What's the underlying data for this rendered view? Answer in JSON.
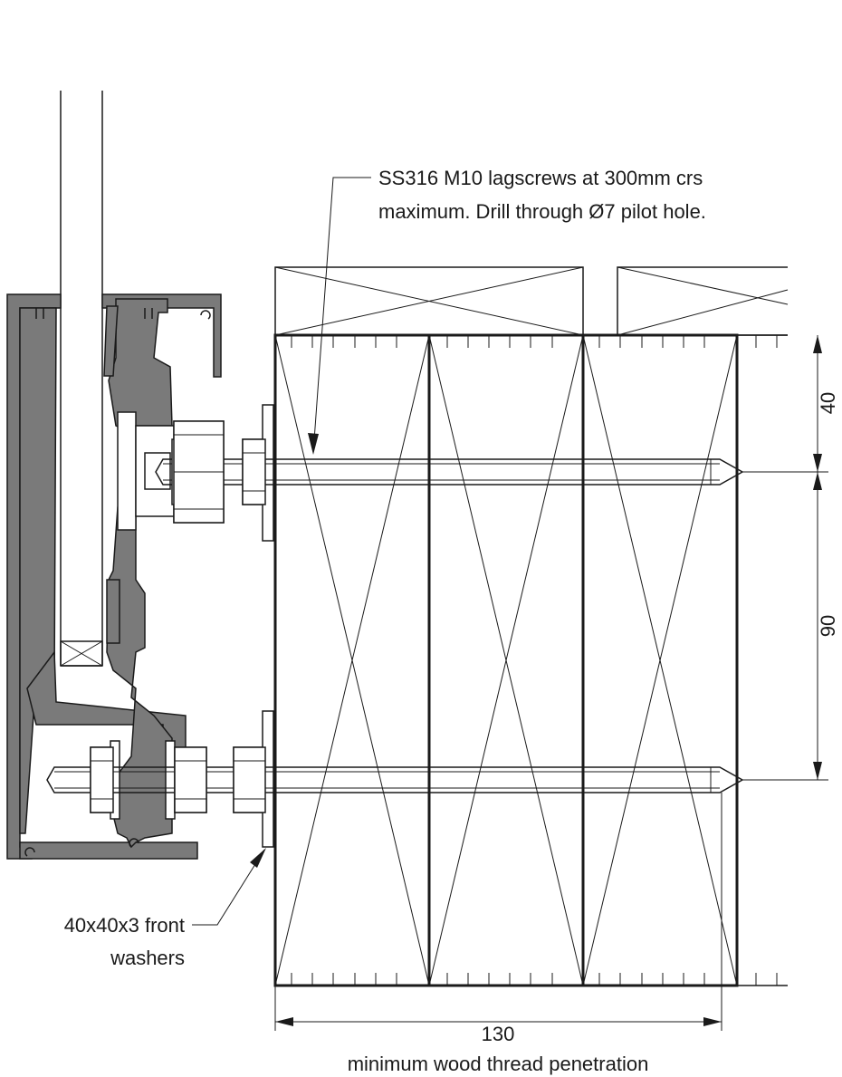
{
  "annotations": {
    "lagscrew_line1": "SS316 M10 lagscrews at 300mm crs",
    "lagscrew_line2": "maximum. Drill through Ø7 pilot hole.",
    "washer_line1": "40x40x3 front",
    "washer_line2": "washers"
  },
  "dimensions": {
    "top_offset": "40",
    "spacing": "90",
    "penetration": "130",
    "penetration_caption": "minimum wood thread penetration"
  },
  "colors": {
    "line": "#1a1a1a",
    "profile_fill": "#7a7a7a",
    "background": "#ffffff"
  }
}
